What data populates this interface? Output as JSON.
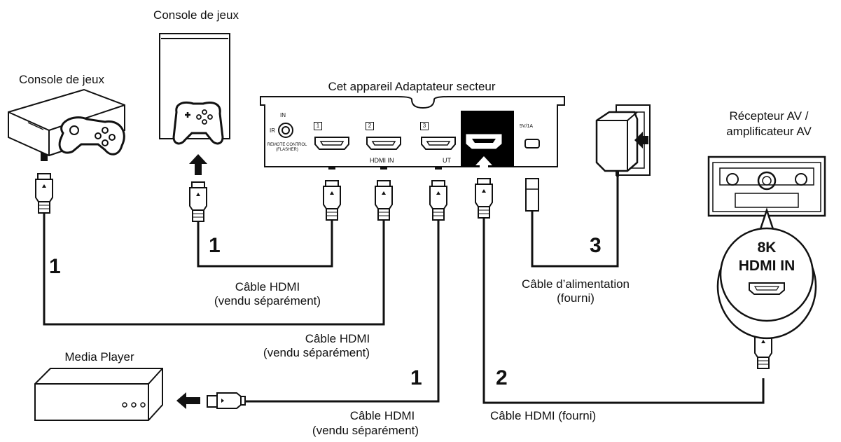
{
  "labels": {
    "console_top": "Console de jeux",
    "console_left": "Console de jeux",
    "device_title": "Cet appareil Adaptateur secteur",
    "receiver_line1": "Récepteur AV /",
    "receiver_line2": "amplificateur AV",
    "media_player": "Media Player",
    "cable_1_top_line1": "Câble HDMI",
    "cable_1_top_line2": "(vendu séparément)",
    "cable_1_mid_line1": "Câble HDMI",
    "cable_1_mid_line2": "(vendu séparément)",
    "cable_1_bottom_line1": "Câble HDMI",
    "cable_1_bottom_line2": "(vendu séparément)",
    "power_cable_line1": "Câble d’alimentation",
    "power_cable_line2": "(fourni)",
    "cable_2": "Câble HDMI (fourni)"
  },
  "steps": {
    "left_console": "1",
    "top_console": "1",
    "media_player": "1",
    "av_receiver": "2",
    "power": "3"
  },
  "device_panel": {
    "in_label": "IN",
    "ir_label": "IR",
    "remote_label_line1": "REMOTE CONTROL",
    "remote_label_line2": "(FLASHER)",
    "port_numbers": [
      "1",
      "2",
      "3"
    ],
    "hdmi_in_partial": "HDMI IN",
    "out_partial": "UT",
    "power_rating": "5V/1A"
  },
  "receiver_badge": {
    "line1": "8K",
    "line2": "HDMI IN"
  },
  "colors": {
    "line": "#111111",
    "background": "#ffffff",
    "highlight": "#000000"
  }
}
